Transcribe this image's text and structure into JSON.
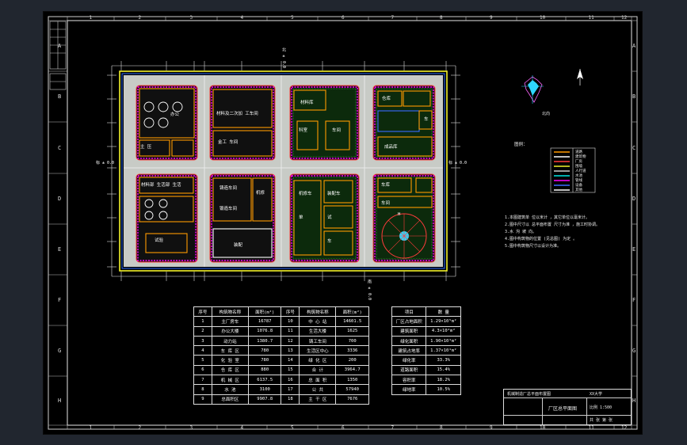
{
  "columns": [
    "1",
    "2",
    "3",
    "4",
    "5",
    "6",
    "7",
    "8",
    "9",
    "10",
    "11",
    "12"
  ],
  "rows": [
    "A",
    "B",
    "C",
    "D",
    "E",
    "F",
    "G",
    "H"
  ],
  "plan": {
    "row1": [
      {
        "labels": [
          "办公",
          "主 压"
        ]
      },
      {
        "labels": [
          "材料及二次加 工车间",
          "金工 车间"
        ]
      },
      {
        "labels": [
          "材料库",
          "科室",
          "车间"
        ]
      },
      {
        "labels": [
          "仓库",
          "车",
          "成品库"
        ]
      }
    ],
    "row2": [
      {
        "labels": [
          "材料部 生活部 生活",
          "试验"
        ]
      },
      {
        "labels": [
          "铸造车间",
          "锻造车间",
          "机修",
          "装配"
        ]
      },
      {
        "labels": [
          "机修车",
          "装配车",
          "单",
          "试",
          "车"
        ]
      },
      {
        "labels": [
          "车库",
          "车间",
          "H"
        ]
      }
    ],
    "side_labels": {
      "left": "标 ± 0.0",
      "right": "标 ± 0.0"
    },
    "top_marker": "北 ± 0.0",
    "bottom_marker": "南 ± 0.0"
  },
  "compass_label": "北向",
  "legend_title": "图例：",
  "legend_items": [
    {
      "color": "#ff9a00",
      "label": "道路"
    },
    {
      "color": "#ffffff",
      "label": "建筑物"
    },
    {
      "color": "#ff3b3b",
      "label": "厂房"
    },
    {
      "color": "#f2f22a",
      "label": "围墙"
    },
    {
      "color": "#cfcfcf",
      "label": "人行道"
    },
    {
      "color": "#00e6e6",
      "label": "水池"
    },
    {
      "color": "#ff00ff",
      "label": "管线"
    },
    {
      "color": "#3b6bff",
      "label": "设备"
    },
    {
      "color": "#ffffff",
      "label": "其他"
    }
  ],
  "notes": [
    "1.本图建筑单 位以米计 ，其它单位以毫米计。",
    "2.图中尺寸以 总平面布置 尺寸为准 ，施工时协调。",
    "3.水 沟 坡 向。",
    "4.图中构筑物的位置 (见总图) 为定 。",
    "5.图中构筑物尺寸以设计为准。"
  ],
  "main_table": {
    "headers": [
      "序号",
      "构筑物名称",
      "面积(m²)",
      "序号",
      "构筑物名称",
      "面积(m²)"
    ],
    "rows": [
      [
        "1",
        "主厂房车",
        "16787",
        "10",
        "中 心 站",
        "14601.5"
      ],
      [
        "2",
        "办公大楼",
        "1076.8",
        "11",
        "生活大楼",
        "1625"
      ],
      [
        "3",
        "动力站",
        "1380.7",
        "12",
        "铸工车间",
        "700"
      ],
      [
        "4",
        "车 库 区",
        "780",
        "13",
        "生活区中心",
        "3336"
      ],
      [
        "5",
        "化 验 室",
        "780",
        "14",
        "绿 化 区",
        "200"
      ],
      [
        "6",
        "仓 库 区",
        "880",
        "15",
        "合 计",
        "3964.7"
      ],
      [
        "7",
        "机 械 区",
        "6137.5",
        "16",
        "总 面 积",
        "1350"
      ],
      [
        "8",
        "水 池",
        "3100",
        "17",
        "公 共",
        "57940"
      ],
      [
        "9",
        "总面积区",
        "9907.8",
        "18",
        "主 干 区",
        "7676"
      ]
    ]
  },
  "right_table": {
    "headers": [
      "项目",
      "数 量"
    ],
    "rows": [
      [
        "厂区占地面积",
        "1.29×10⁵m²"
      ],
      [
        "建筑面积",
        "4.3×10⁴m²"
      ],
      [
        "绿化面积",
        "1.90×10⁴m²"
      ],
      [
        "建筑占地率",
        "1.37×10⁴m²"
      ],
      [
        "绿化率",
        "33.3%"
      ],
      [
        "道路面积",
        "15.4%"
      ],
      [
        "容积率",
        "18.2%"
      ],
      [
        "绿地率",
        "10.5%"
      ]
    ]
  },
  "title_block": {
    "top": "机械制造厂总平面布置图",
    "name": "厂区总平面图",
    "scale_label": "比例 1:500",
    "sheet": "共 张 第 张",
    "school": "XX大学"
  }
}
